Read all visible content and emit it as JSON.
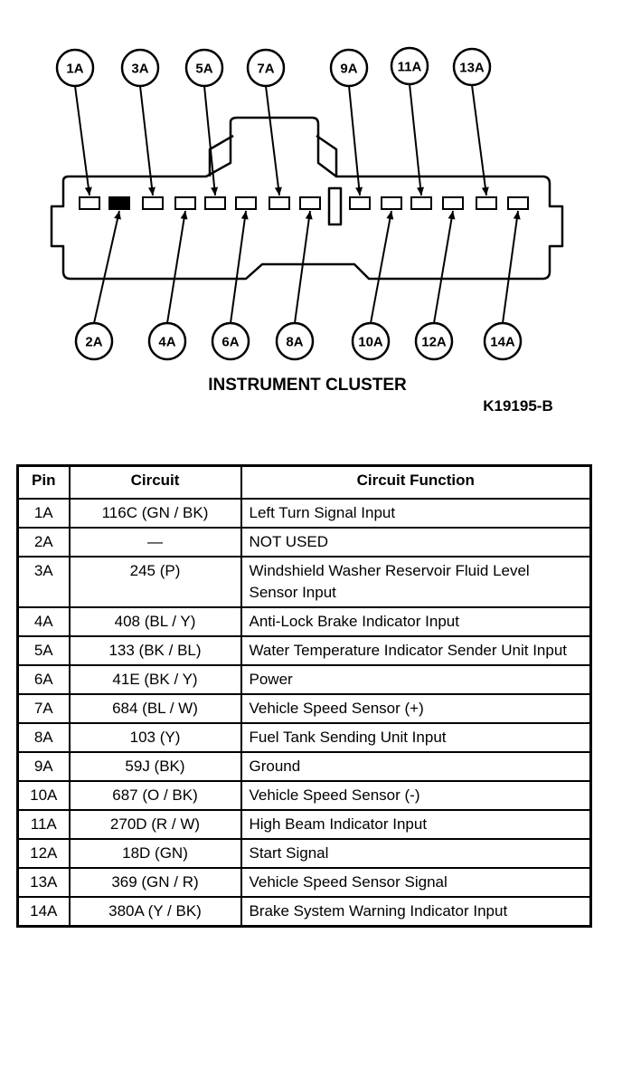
{
  "diagram": {
    "title": "INSTRUMENT CLUSTER",
    "figure_id": "K19195-B",
    "callouts_top": [
      "1A",
      "3A",
      "5A",
      "7A",
      "9A",
      "11A",
      "13A"
    ],
    "callouts_bottom": [
      "2A",
      "4A",
      "6A",
      "8A",
      "10A",
      "12A",
      "14A"
    ],
    "used_pin_colour": "#ffffff",
    "unused_pin_colour": "#000000"
  },
  "table": {
    "headers": [
      "Pin",
      "Circuit",
      "Circuit Function"
    ],
    "rows": [
      {
        "pin": "1A",
        "circuit": "116C (GN / BK)",
        "function": "Left Turn Signal Input"
      },
      {
        "pin": "2A",
        "circuit": "—",
        "function": "NOT USED"
      },
      {
        "pin": "3A",
        "circuit": "245 (P)",
        "function": "Windshield Washer Reservoir Fluid Level Sensor Input"
      },
      {
        "pin": "4A",
        "circuit": "408 (BL / Y)",
        "function": "Anti-Lock Brake Indicator Input"
      },
      {
        "pin": "5A",
        "circuit": "133 (BK / BL)",
        "function": "Water Temperature Indicator Sender Unit Input"
      },
      {
        "pin": "6A",
        "circuit": "41E (BK / Y)",
        "function": "Power"
      },
      {
        "pin": "7A",
        "circuit": "684 (BL / W)",
        "function": "Vehicle Speed Sensor (+)"
      },
      {
        "pin": "8A",
        "circuit": "103 (Y)",
        "function": "Fuel Tank Sending Unit Input"
      },
      {
        "pin": "9A",
        "circuit": "59J (BK)",
        "function": "Ground"
      },
      {
        "pin": "10A",
        "circuit": "687 (O / BK)",
        "function": "Vehicle Speed Sensor (-)"
      },
      {
        "pin": "11A",
        "circuit": "270D (R / W)",
        "function": "High Beam Indicator Input"
      },
      {
        "pin": "12A",
        "circuit": "18D (GN)",
        "function": "Start Signal"
      },
      {
        "pin": "13A",
        "circuit": "369 (GN / R)",
        "function": "Vehicle Speed Sensor Signal"
      },
      {
        "pin": "14A",
        "circuit": "380A (Y / BK)",
        "function": "Brake System Warning Indicator Input"
      }
    ]
  }
}
